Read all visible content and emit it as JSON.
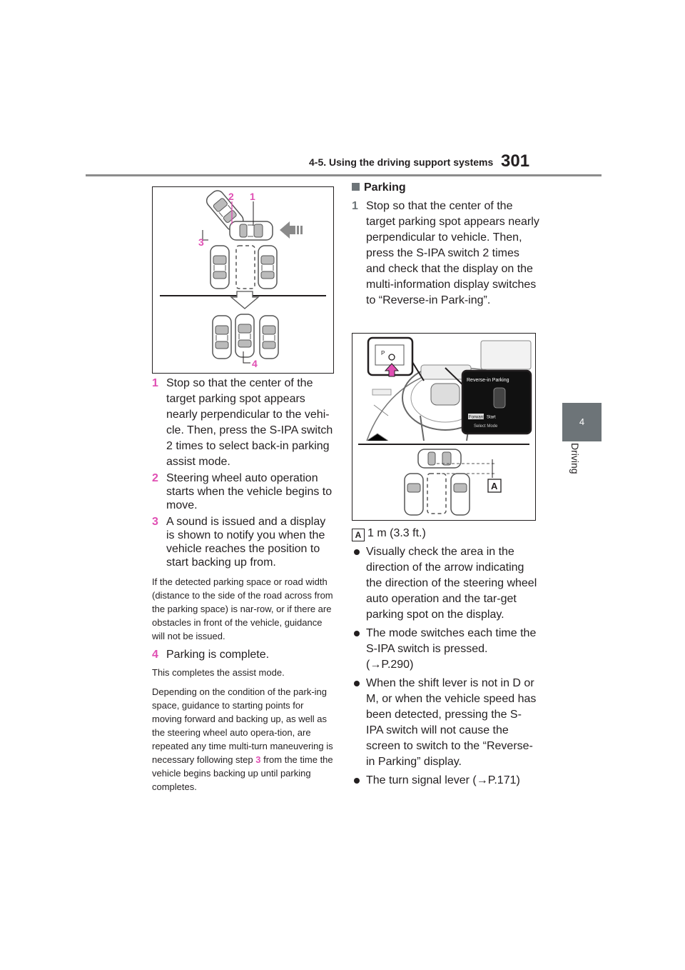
{
  "header": {
    "title": "4-5. Using the driving support systems",
    "page_number": "301"
  },
  "side_tab": {
    "number": "4",
    "label": "Driving"
  },
  "figure1": {
    "callouts": [
      "1",
      "2",
      "3",
      "4"
    ]
  },
  "left_steps": [
    {
      "num": "1",
      "text": "Stop so that the center of the target parking spot appears nearly perpendicular to the vehi-cle. Then, press the S-IPA switch 2 times to select back-in parking assist mode."
    },
    {
      "num": "2",
      "text": "Steering wheel auto operation starts when the vehicle begins to move."
    },
    {
      "num": "3",
      "text": "A sound is issued and a display is shown to notify you when the vehicle reaches the position to start backing up from."
    }
  ],
  "note1": "If the detected parking space or road width (distance to the side of the road across from the parking space) is nar-row, or if there are obstacles in front of the vehicle, guidance will not be issued.",
  "step4": {
    "num": "4",
    "text": "Parking is complete."
  },
  "note2": "This completes the assist mode.",
  "note3": {
    "before": "Depending on the condition of the park-ing space, guidance to starting points for moving forward and backing up, as well as the steering wheel auto opera-tion, are repeated any time multi-turn maneuvering is necessary following step ",
    "step_ref": "3",
    "after": " from the time the vehicle begins backing up until parking completes."
  },
  "parking": {
    "heading": "Parking",
    "step1_num": "1",
    "step1_text": "Stop so that the center of the target parking spot appears nearly perpendicular to vehicle. Then, press the S-IPA switch 2 times and check that the display on the multi-information display switches to “Reverse-in Park-ing”."
  },
  "figure2": {
    "display_title": "Reverse-in Parking",
    "forward_label": "Forward",
    "start_label": "Start",
    "select_mode_label": "Select Mode",
    "label_A": "A",
    "switch_label": "P"
  },
  "legend_A": {
    "label": "A",
    "text": "1 m (3.3 ft.)"
  },
  "bullets": [
    "Visually check the area in the direction of the arrow indicating the direction of the steering wheel auto operation and the tar-get parking spot on the display.",
    "The mode switches each time the S-IPA switch is pressed. (→P.290)",
    "When the shift lever is not in D or M, or when the vehicle speed has been detected, pressing the S-IPA switch will not cause the screen to switch to the “Reverse-in Parking” display.",
    "The turn signal lever (→P.171)"
  ],
  "colors": {
    "accent": "#e04fb3",
    "tab_gray": "#6d7478",
    "text": "#231f20"
  }
}
